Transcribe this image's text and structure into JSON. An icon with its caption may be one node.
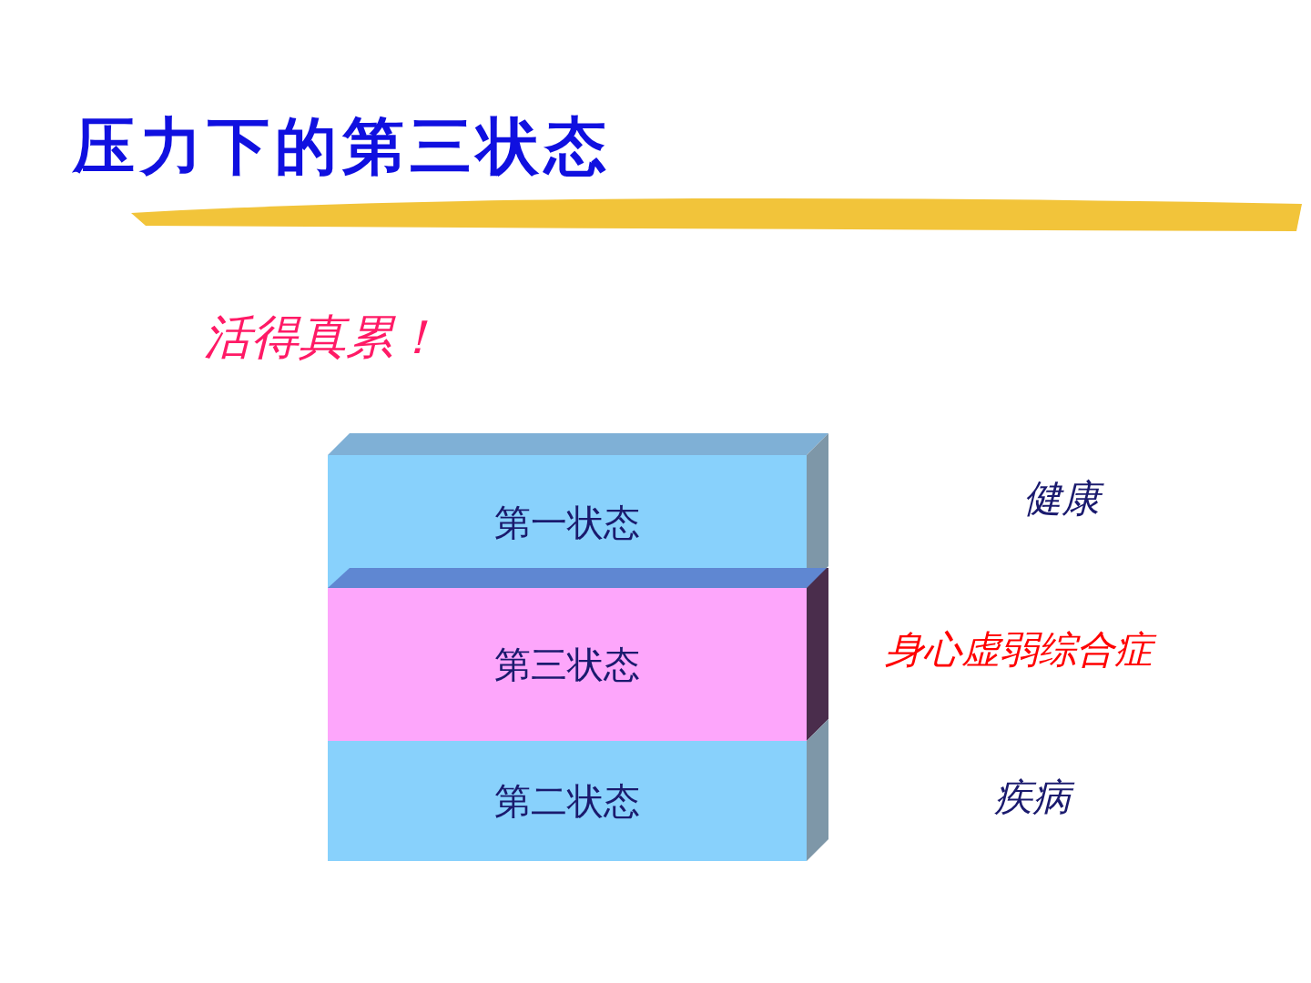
{
  "diagram": {
    "title": "压力下的第三状态",
    "nodes": [
      {
        "text": [
          "第一状态"
        ]
      },
      {
        "text": [
          "第三状态"
        ]
      },
      {
        "text": [
          "第二状态"
        ]
      }
    ],
    "labels": [
      "活得真累！",
      "健康",
      "身心虚弱综合症",
      "疾病"
    ]
  }
}
